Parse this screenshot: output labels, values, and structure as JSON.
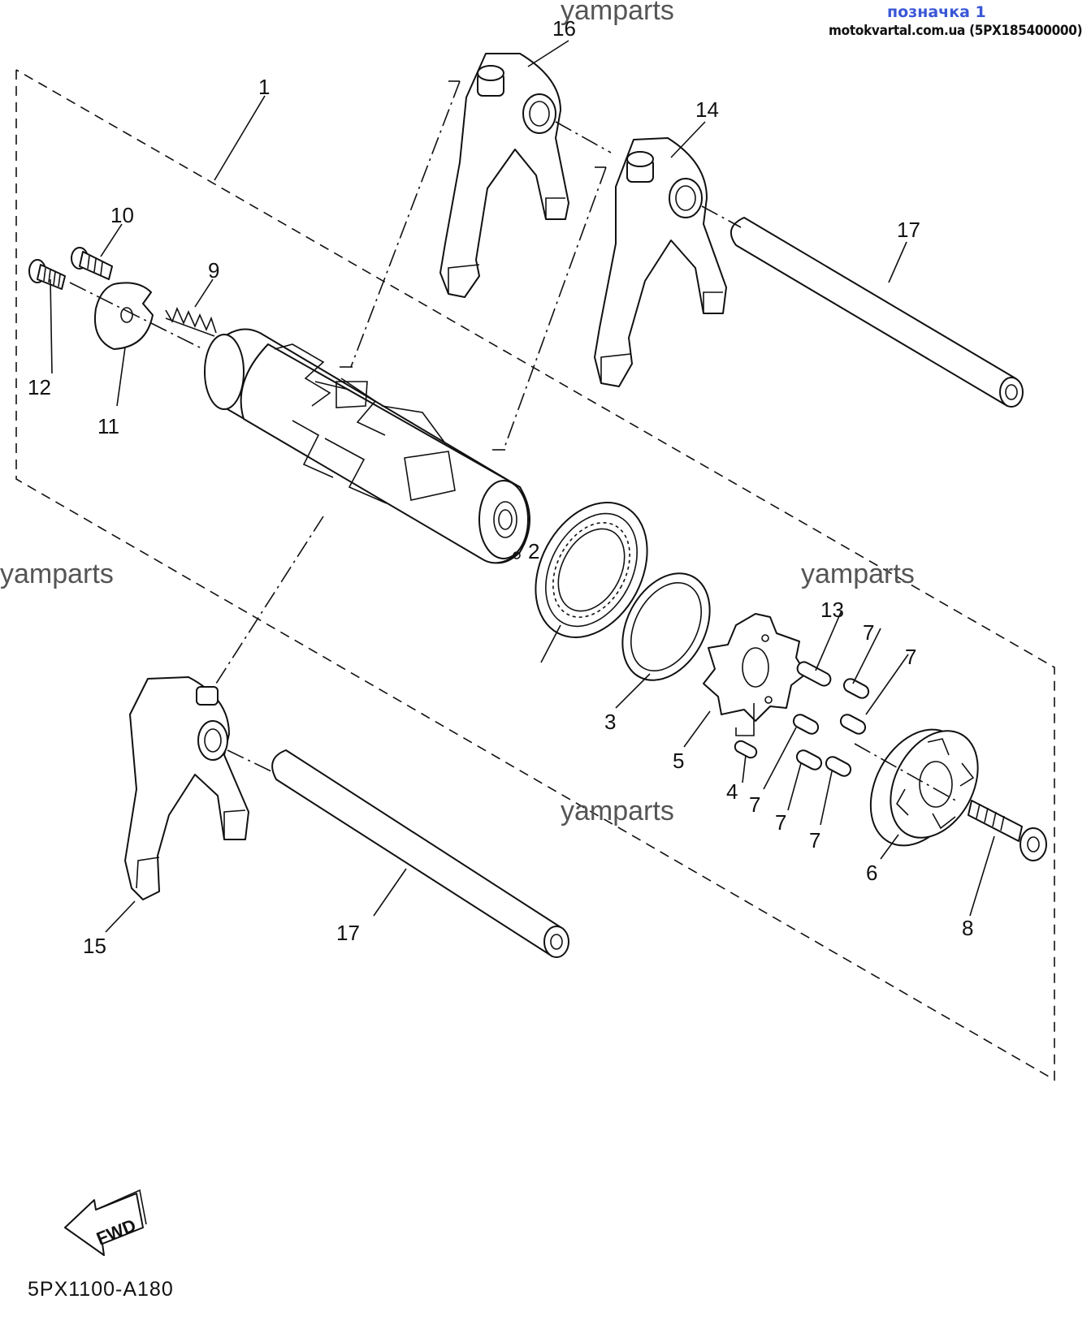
{
  "header": {
    "badge": "позначка 1",
    "source": "motokvartal.com.ua (5PX185400000)"
  },
  "watermarks": [
    "yamparts",
    "yamparts",
    "yamparts",
    "yamparts"
  ],
  "callouts": {
    "c1": "1",
    "c2": "2",
    "c3": "3",
    "c4": "4",
    "c5": "5",
    "c6": "6",
    "c7a": "7",
    "c7b": "7",
    "c7c": "7",
    "c7d": "7",
    "c7e": "7",
    "c8": "8",
    "c9": "9",
    "c10": "10",
    "c11": "11",
    "c12": "12",
    "c13": "13",
    "c14": "14",
    "c15": "15",
    "c16": "16",
    "c17a": "17",
    "c17b": "17"
  },
  "fwd_arrow": {
    "label": "FWD"
  },
  "diagram_code": "5PX1100-A180"
}
